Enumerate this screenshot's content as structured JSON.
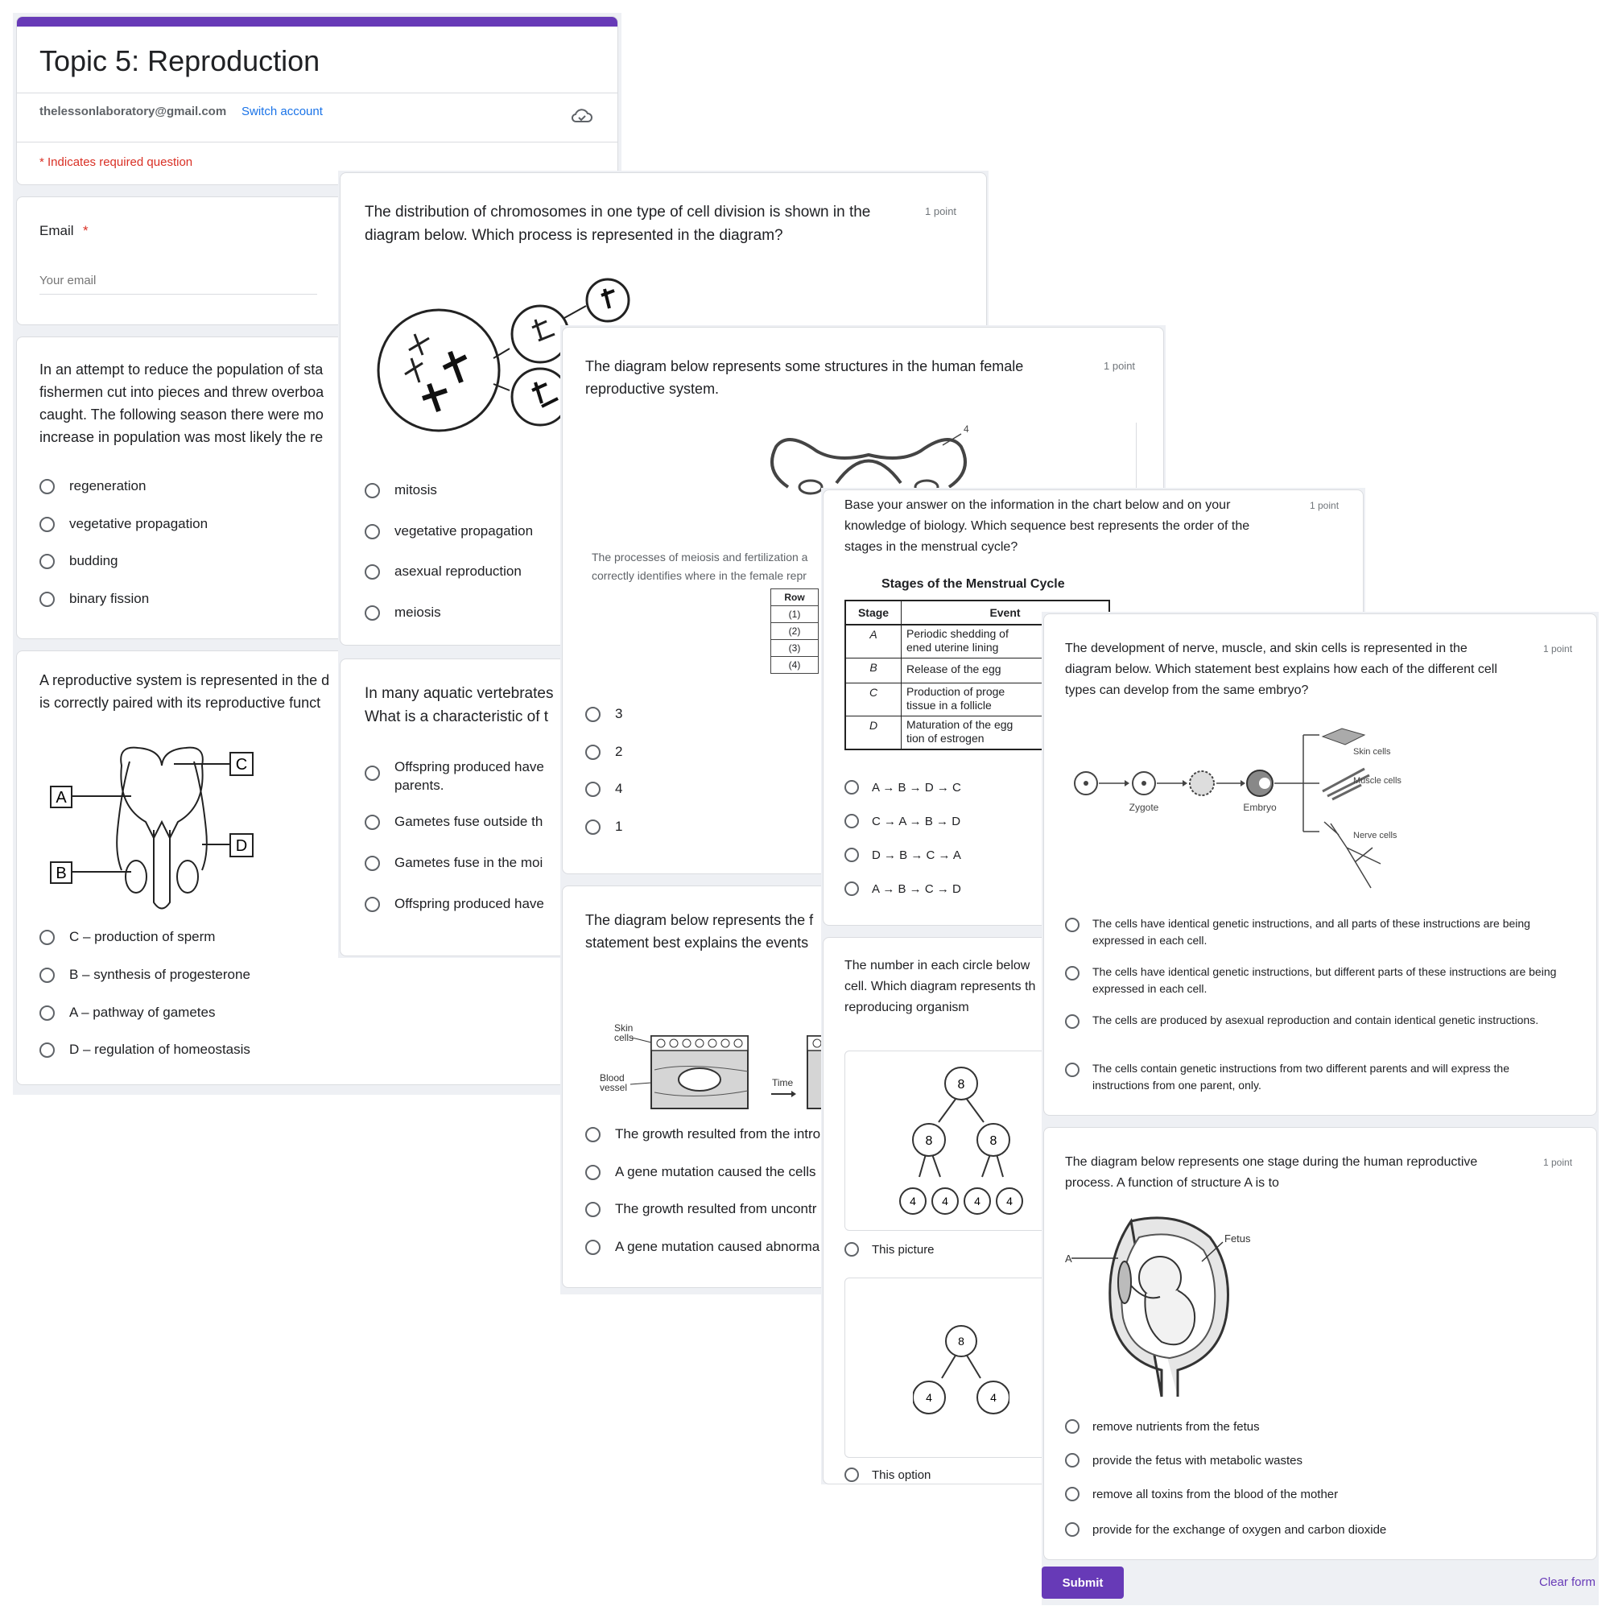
{
  "header": {
    "title": "Topic 5: Reproduction",
    "account_email": "thelessonlaboratory@gmail.com",
    "switch_account": "Switch account",
    "required_note": "* Indicates required question",
    "accent_color": "#673ab7"
  },
  "email_q": {
    "label": "Email",
    "required_mark": "*",
    "placeholder": "Your email"
  },
  "q_starfish": {
    "text": "In an attempt to reduce the population of sta\nfishermen cut into pieces and threw overboa\ncaught. The following season there were mo\nincrease in population was most likely the re",
    "options": [
      "regeneration",
      "vegetative propagation",
      "budding",
      "binary fission"
    ]
  },
  "q_male": {
    "text": "A reproductive system is represented in the d\nis correctly paired with its reproductive funct",
    "labels": [
      "A",
      "B",
      "C",
      "D"
    ],
    "options": [
      "C – production of sperm",
      "B – synthesis of progesterone",
      "A – pathway of gametes",
      "D – regulation of homeostasis"
    ]
  },
  "q_division": {
    "text": "The distribution of chromosomes in one type of cell division is shown in the\ndiagram below. Which process is represented in the diagram?",
    "points": "1 point",
    "options": [
      "mitosis",
      "vegetative propagation",
      "asexual reproduction",
      "meiosis"
    ]
  },
  "q_aquatic": {
    "text": "In many aquatic vertebrates\nWhat is a characteristic of t",
    "options": [
      "Offspring produced have\nparents.",
      "Gametes fuse outside th",
      "Gametes fuse in the moi",
      "Offspring produced have"
    ]
  },
  "q_female": {
    "text": "The diagram below represents some structures in the human female\nreproductive system.",
    "points": "1 point",
    "diagram_label": "4",
    "subtext": "The processes of meiosis and fertilization a\ncorrectly identifies where in the female repr",
    "table_header": "Row",
    "table_rows": [
      "(1)",
      "(2)",
      "(3)",
      "(4)"
    ],
    "options": [
      "3",
      "2",
      "4",
      "1"
    ]
  },
  "q_skin": {
    "text": "The diagram below represents the f\nstatement best explains the events",
    "labels": {
      "skin": "Skin\ncells",
      "blood": "Blood\nvessel",
      "time": "Time"
    },
    "options": [
      "The growth resulted from the intro",
      "A gene mutation caused the cells",
      "The growth resulted from uncontr",
      "A gene mutation caused abnorma"
    ]
  },
  "q_menstrual": {
    "text": "Base your answer on the information in the chart below and on your\nknowledge of biology. Which sequence best represents the order of the\nstages in the menstrual cycle?",
    "points": "1 point",
    "chart_title": "Stages of the Menstrual Cycle",
    "col_stage": "Stage",
    "col_event": "Event",
    "rows": [
      {
        "stage": "A",
        "event": "Periodic shedding of\nened uterine lining"
      },
      {
        "stage": "B",
        "event": "Release of the egg"
      },
      {
        "stage": "C",
        "event": "Production of proge\ntissue in a follicle"
      },
      {
        "stage": "D",
        "event": "Maturation of the egg\ntion of estrogen"
      }
    ],
    "options": [
      "A → B → D → C",
      "C → A → B → D",
      "D → B → C → A",
      "A → B → C → D"
    ]
  },
  "q_circle": {
    "text": "The number in each circle below\ncell. Which diagram represents th\nreproducing organism",
    "tree1": {
      "root": "8",
      "mid": [
        "8",
        "8"
      ],
      "leaves": [
        "4",
        "4",
        "4",
        "4"
      ]
    },
    "tree2": {
      "root": "8",
      "leaves": [
        "4",
        "4"
      ]
    },
    "options": [
      "This picture",
      "This option"
    ]
  },
  "q_embryo": {
    "text": "The development of nerve, muscle, and skin cells is represented in the\ndiagram below. Which statement best explains how each of the different cell\ntypes can develop from the same embryo?",
    "points": "1 point",
    "labels": {
      "zygote": "Zygote",
      "embryo": "Embryo",
      "skin": "Skin cells",
      "muscle": "Muscle cells",
      "nerve": "Nerve cells"
    },
    "options": [
      "The cells have identical genetic instructions, and all parts of these instructions are being expressed in each cell.",
      "The cells have identical genetic instructions, but different parts of these instructions are being expressed in each cell.",
      "The cells are produced by asexual reproduction and contain identical genetic instructions.",
      "The cells contain genetic instructions from two different parents and will express the instructions from one parent, only."
    ]
  },
  "q_fetus": {
    "text": "The diagram below represents one stage during the human reproductive\nprocess. A function of structure A is to",
    "points": "1 point",
    "labels": {
      "a": "A",
      "fetus": "Fetus"
    },
    "options": [
      "remove nutrients from the fetus",
      "provide the fetus with metabolic wastes",
      "remove all toxins from the blood of the mother",
      "provide for the exchange of oxygen and carbon dioxide"
    ]
  },
  "footer": {
    "submit": "Submit",
    "clear": "Clear form"
  }
}
